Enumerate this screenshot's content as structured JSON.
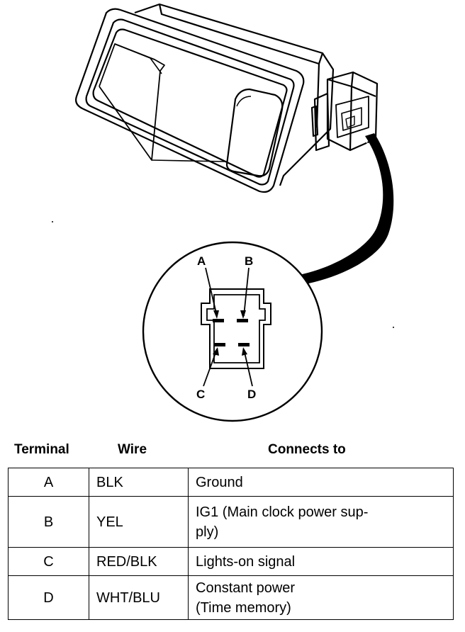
{
  "connector_labels": [
    "A",
    "B",
    "C",
    "D"
  ],
  "table": {
    "headers": {
      "terminal": "Terminal",
      "wire": "Wire",
      "connects_to": "Connects to"
    },
    "rows": [
      {
        "terminal": "A",
        "wire": "BLK",
        "connects_to": [
          "Ground"
        ]
      },
      {
        "terminal": "B",
        "wire": "YEL",
        "connects_to": [
          "IG1 (Main clock power sup-",
          "ply)"
        ]
      },
      {
        "terminal": "C",
        "wire": "RED/BLK",
        "connects_to": [
          "Lights-on signal"
        ]
      },
      {
        "terminal": "D",
        "wire": "WHT/BLU",
        "connects_to": [
          "Constant power",
          "(Time memory)"
        ]
      }
    ]
  }
}
